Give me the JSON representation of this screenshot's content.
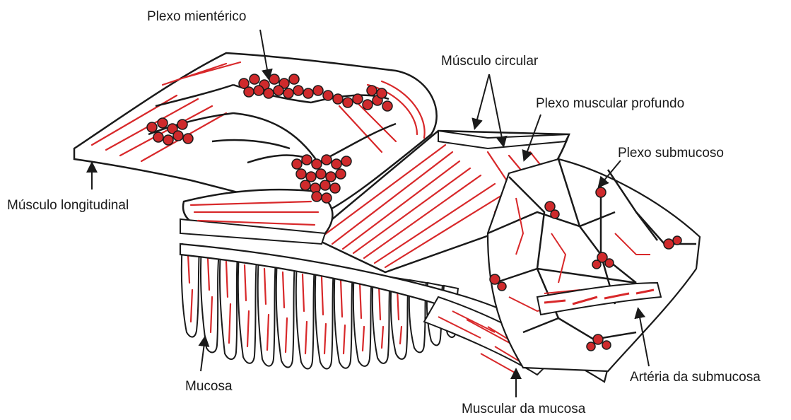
{
  "labels": {
    "plexo_mienterico": "Plexo mientérico",
    "musculo_circular": "Músculo circular",
    "plexo_muscular_profundo": "Plexo muscular profundo",
    "plexo_submucoso": "Plexo submucoso",
    "musculo_longitudinal": "Músculo longitudinal",
    "mucosa": "Mucosa",
    "arteria_da_submucosa": "Artéria da submucosa",
    "muscular_da_mucosa": "Muscular da mucosa"
  },
  "colors": {
    "outline": "#1a1a1a",
    "vessel_red": "#d8282a",
    "nerve_cell_fill": "#cf2a2c",
    "background": "#ffffff"
  }
}
